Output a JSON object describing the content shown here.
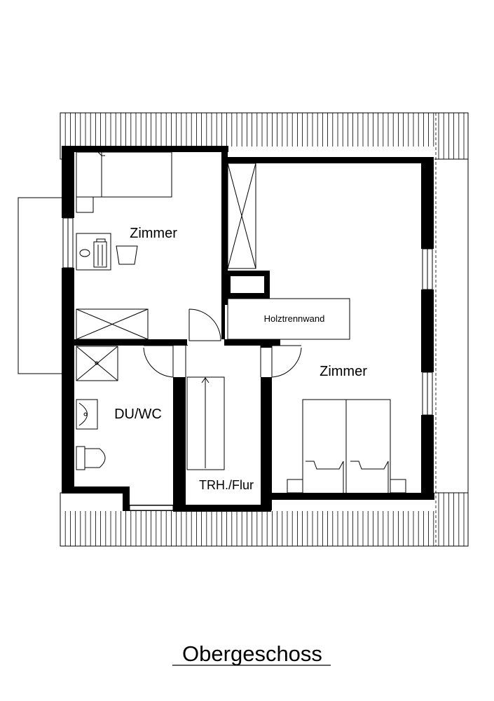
{
  "plan": {
    "rooms": {
      "bedroom_top_left": "Zimmer",
      "bedroom_right": "Zimmer",
      "bathroom": "DU/WC",
      "hallway": "TRH./Flur",
      "partition_wall": "Holztrennwand"
    },
    "caption": "Obergeschoss"
  },
  "colors": {
    "wall": "#000000",
    "line": "#000000",
    "background": "#ffffff"
  }
}
